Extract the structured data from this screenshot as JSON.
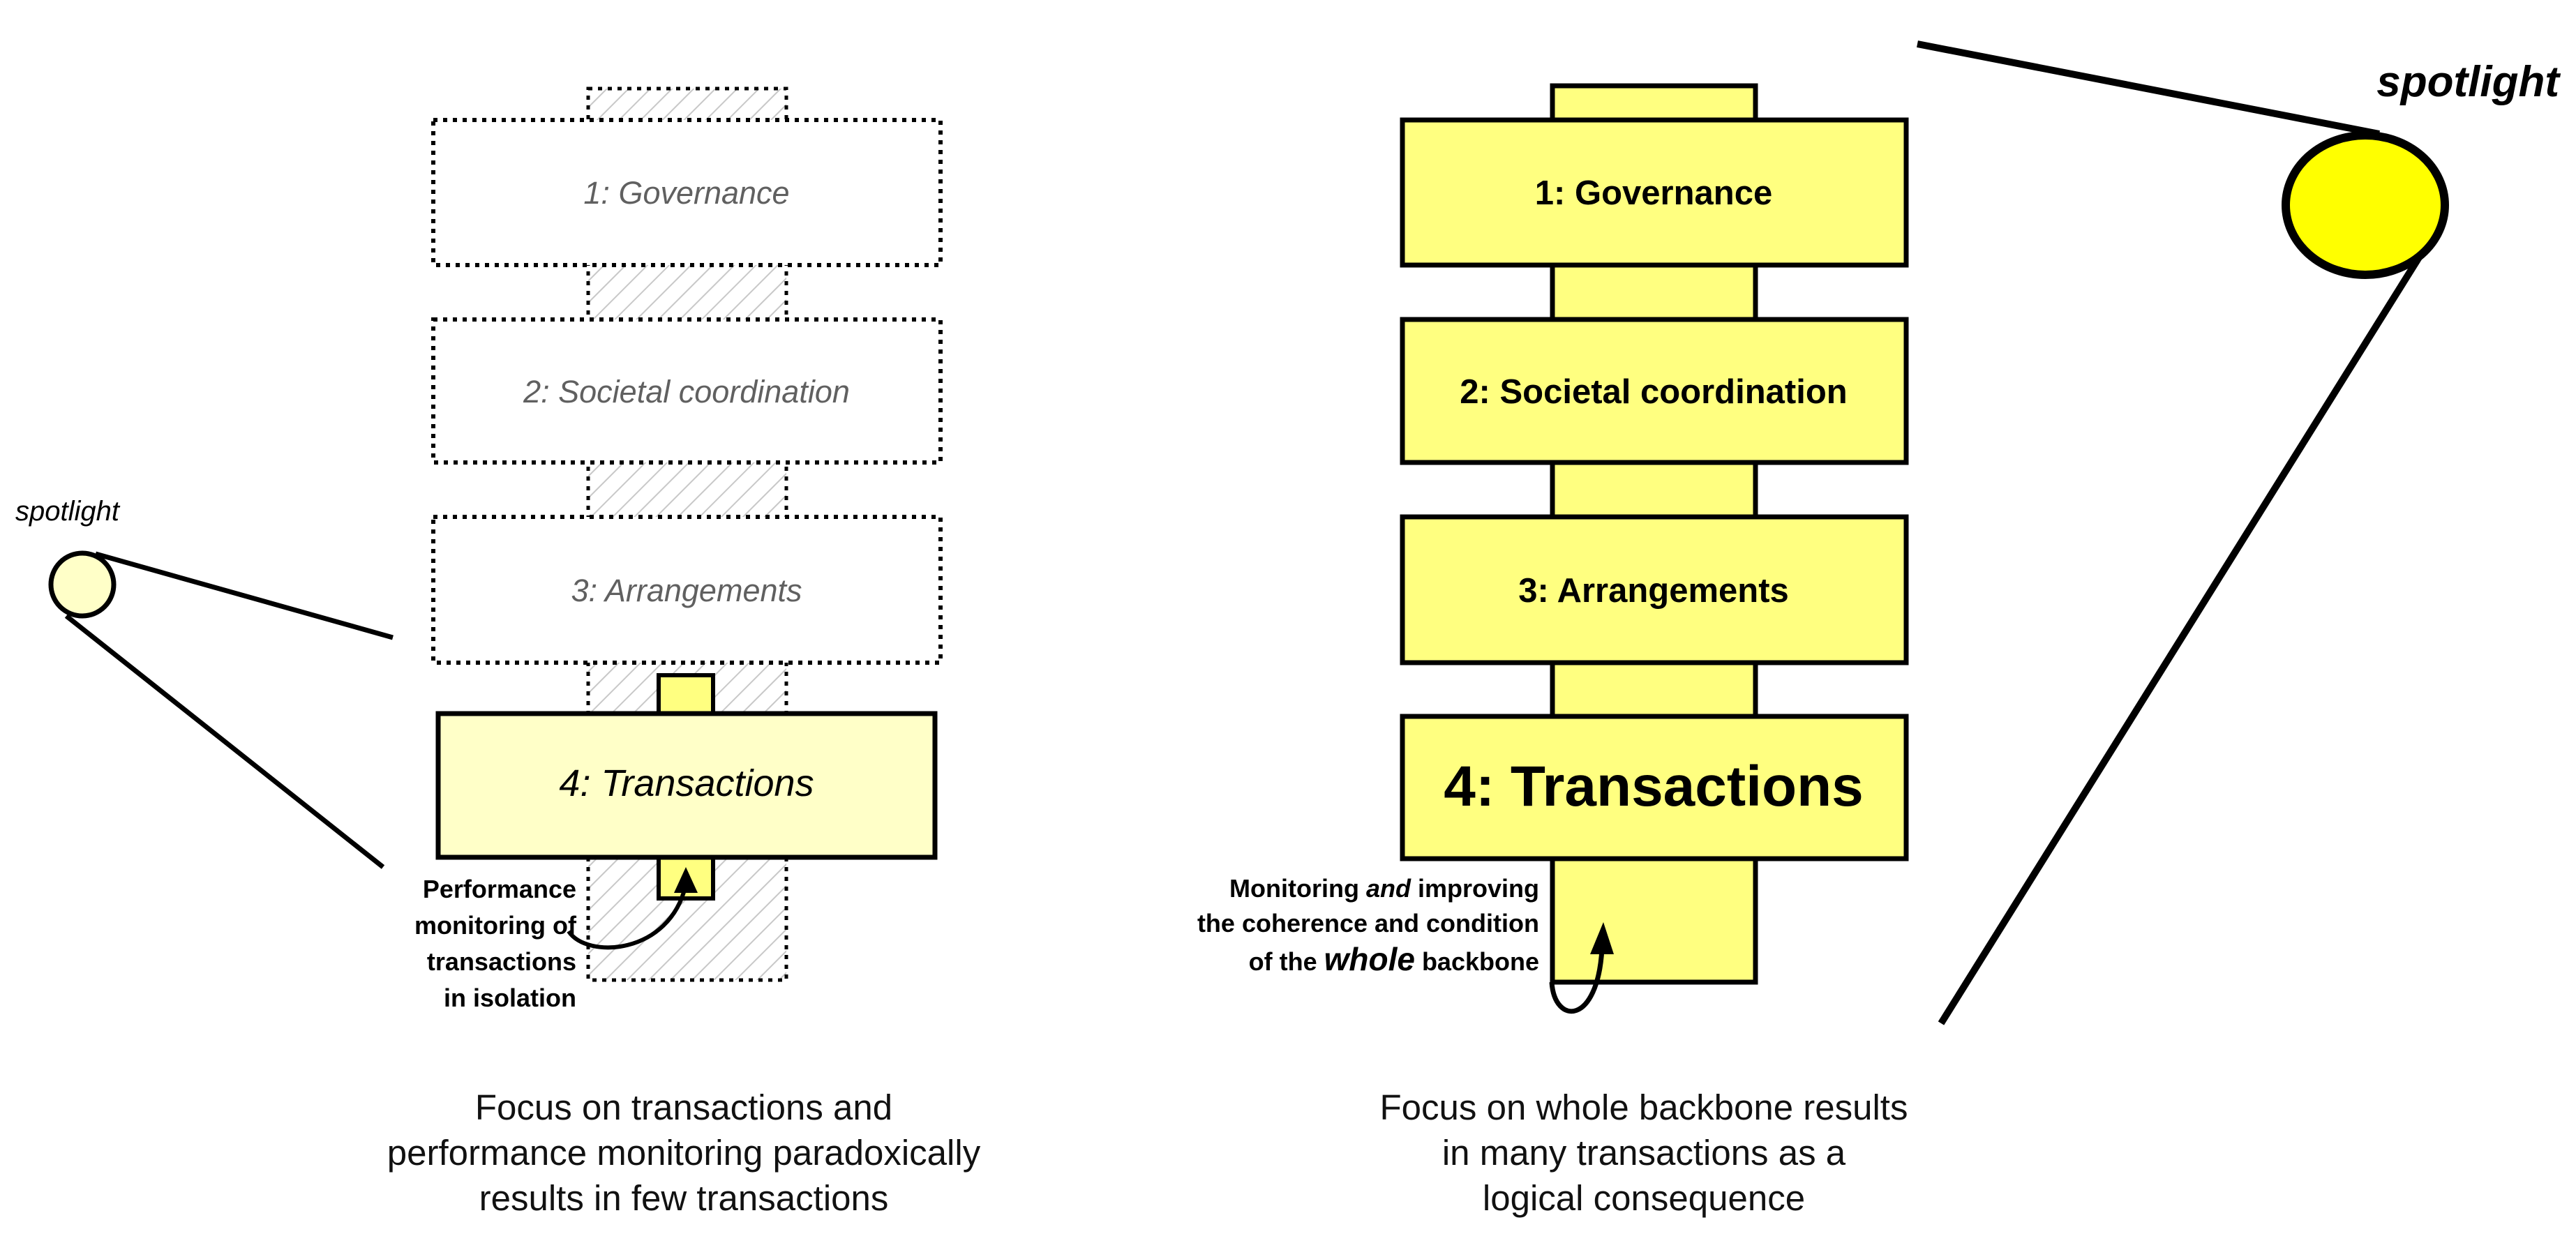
{
  "left_panel": {
    "spotlight_label": "spotlight",
    "layers": [
      {
        "label": "1: Governance"
      },
      {
        "label": "2: Societal coordination"
      },
      {
        "label": "3: Arrangements"
      },
      {
        "label": "4: Transactions"
      }
    ],
    "note_lines": [
      "Performance",
      "monitoring of",
      "transactions",
      "in isolation"
    ],
    "caption_lines": [
      "Focus on transactions and",
      "performance monitoring paradoxically",
      "results in few transactions"
    ]
  },
  "right_panel": {
    "spotlight_label": "spotlight",
    "layers": [
      {
        "label": "1: Governance"
      },
      {
        "label": "2: Societal coordination"
      },
      {
        "label": "3: Arrangements"
      },
      {
        "label": "4: Transactions"
      }
    ],
    "note_lines": [
      {
        "a": "Monitoring ",
        "b": "and",
        "c": " improving"
      },
      {
        "a": "the coherence and condition",
        "b": "",
        "c": ""
      },
      {
        "a": "of the ",
        "b": "whole",
        "c": " backbone"
      }
    ],
    "caption_lines": [
      "Focus on whole backbone results",
      "in many transactions as a",
      "logical consequence"
    ]
  },
  "colors": {
    "yellow": "#ffff80",
    "pale_yellow": "#ffffc8",
    "bright_yellow": "#ffff00",
    "outline": "#000000",
    "faint_text": "#606060"
  }
}
